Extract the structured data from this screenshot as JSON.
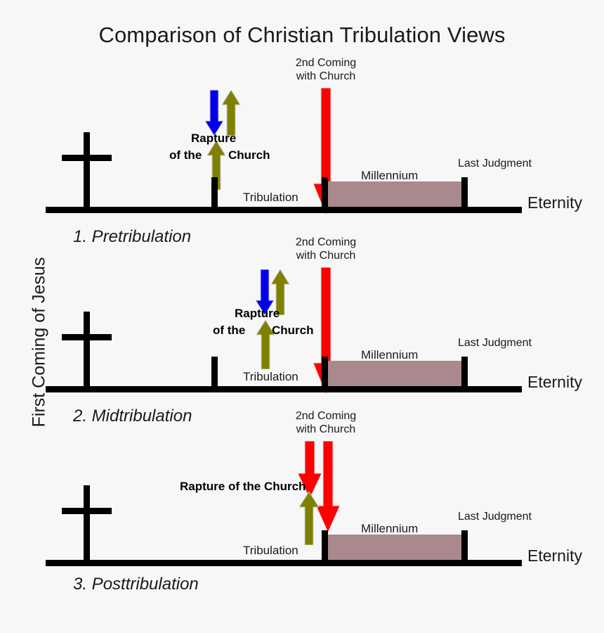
{
  "page": {
    "title": "Comparison of Christian Tribulation Views",
    "vertical_axis_label": "First Coming of Jesus",
    "background_color": "#f7f7f7"
  },
  "colors": {
    "timeline": "#000000",
    "millennium_bar": "#a9898e",
    "rapture_up_arrow": "#808000",
    "rapture_down_arrow": "#0000ee",
    "second_coming_arrow": "#ff0000",
    "text": "#1a1a1a"
  },
  "shared_labels": {
    "second_coming_line1": "2nd Coming",
    "second_coming_line2": "with Church",
    "tribulation": "Tribulation",
    "millennium": "Millennium",
    "last_judgment": "Last Judgment",
    "eternity": "Eternity",
    "cross_icon_name": "first-coming-cross"
  },
  "panels": [
    {
      "id": "pretribulation",
      "caption": "1. Pretribulation",
      "rapture_label_line1": "Rapture",
      "rapture_label_line2": "of the",
      "rapture_label_line3": "Church",
      "second_coming_line1": "2nd Coming",
      "second_coming_line2": "with Church",
      "tribulation": "Tribulation",
      "millennium": "Millennium",
      "last_judgment": "Last Judgment",
      "eternity": "Eternity",
      "rapture_timing": "before tribulation",
      "has_tribulation_start_tick": true,
      "second_coming_arrow_count": 1
    },
    {
      "id": "midtribulation",
      "caption": "2. Midtribulation",
      "rapture_label_line1": "Rapture",
      "rapture_label_line2": "of the",
      "rapture_label_line3": "Church",
      "second_coming_line1": "2nd Coming",
      "second_coming_line2": "with Church",
      "tribulation": "Tribulation",
      "millennium": "Millennium",
      "last_judgment": "Last Judgment",
      "eternity": "Eternity",
      "rapture_timing": "middle of tribulation",
      "has_tribulation_start_tick": true,
      "second_coming_arrow_count": 1
    },
    {
      "id": "posttribulation",
      "caption": "3. Posttribulation",
      "rapture_label_full": "Rapture of the Church",
      "second_coming_line1": "2nd Coming",
      "second_coming_line2": "with Church",
      "tribulation": "Tribulation",
      "millennium": "Millennium",
      "last_judgment": "Last Judgment",
      "eternity": "Eternity",
      "rapture_timing": "end of tribulation, same time as 2nd coming",
      "has_tribulation_start_tick": false,
      "second_coming_arrow_count": 2
    }
  ]
}
